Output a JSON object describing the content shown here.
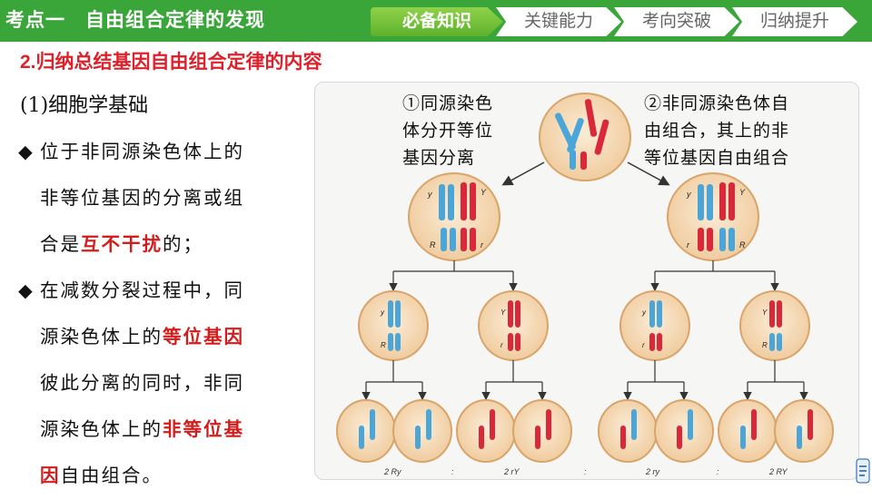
{
  "header": {
    "title": "考点一　自由组合定律的发现",
    "tabs": [
      {
        "label": "必备知识",
        "active": true
      },
      {
        "label": "关键能力",
        "active": false
      },
      {
        "label": "考向突破",
        "active": false
      },
      {
        "label": "归纳提升",
        "active": false
      }
    ]
  },
  "subtitle": "2.归纳总结基因自由组合定律的内容",
  "section": "(1)细胞学基础",
  "points": [
    {
      "bullet": "◆",
      "line1": "位于非同源染色体上的",
      "line2": "非等位基因的分离或组",
      "pre": "合是",
      "highlight": "互不干扰",
      "post": "的；"
    },
    {
      "bullet": "◆",
      "line1": "在减数分裂过程中，同",
      "pre2": "源染色体上的",
      "highlight2": "等位基因",
      "line3": "彼此分离的同时，非同",
      "pre3": "源染色体上的",
      "highlight3": "非等位基",
      "highlight3b": "因",
      "post3": "自由组合。"
    }
  ],
  "figure": {
    "caption_left": [
      "①同源染色",
      "体分开等位",
      "基因分离"
    ],
    "caption_right": [
      "②非同源染色体自",
      "由组合，其上的非",
      "等位基因自由组合"
    ],
    "bottom_labels": [
      "2 Ry",
      ":",
      "2 rY",
      ":",
      "2 ry",
      ":",
      "2 RY"
    ],
    "gene_labels": {
      "Y": "Y",
      "y": "y",
      "R": "R",
      "r": "r"
    }
  },
  "colors": {
    "brand_green": "#3aa63a",
    "accent_red": "#e0202a",
    "chromosome_red": "#d8283a",
    "chromosome_blue": "#4aa6d8",
    "cell_fill": "#f6dfbf"
  }
}
